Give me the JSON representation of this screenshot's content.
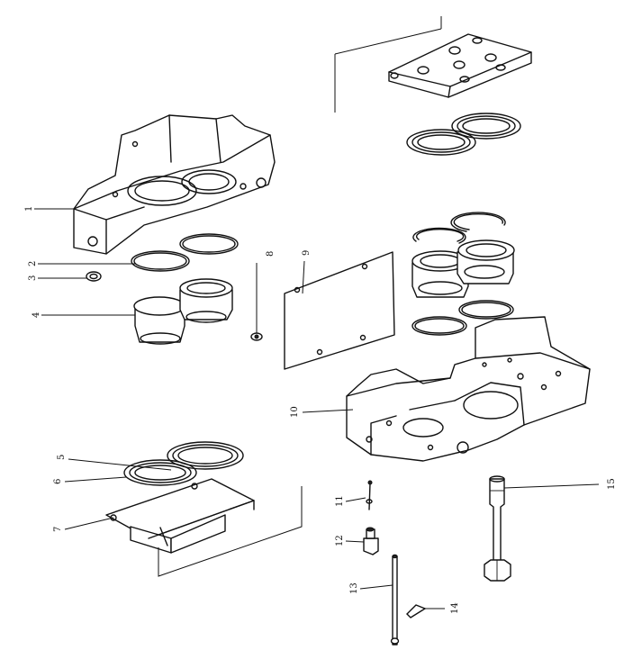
{
  "callouts": [
    {
      "id": "part-1",
      "label": "1"
    },
    {
      "id": "part-2",
      "label": "2"
    },
    {
      "id": "part-3",
      "label": "3"
    },
    {
      "id": "part-4",
      "label": "4"
    },
    {
      "id": "part-5",
      "label": "5"
    },
    {
      "id": "part-6",
      "label": "6"
    },
    {
      "id": "part-7",
      "label": "7"
    },
    {
      "id": "part-8",
      "label": "8"
    },
    {
      "id": "part-9",
      "label": "9"
    },
    {
      "id": "part-10",
      "label": "10"
    },
    {
      "id": "part-11",
      "label": "11"
    },
    {
      "id": "part-12",
      "label": "12"
    },
    {
      "id": "part-13",
      "label": "13"
    },
    {
      "id": "part-14",
      "label": "14"
    },
    {
      "id": "part-15",
      "label": "15"
    }
  ]
}
